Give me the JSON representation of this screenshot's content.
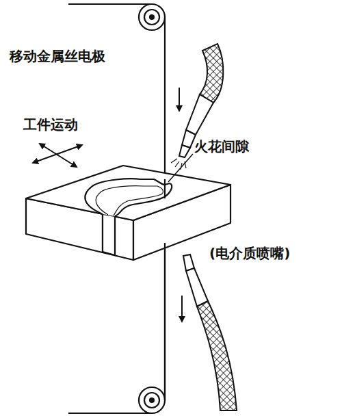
{
  "diagram": {
    "labels": [
      "移动金属丝电极",
      "工件运动",
      "火花间隙",
      "(电介质喷嘴)"
    ]
  }
}
